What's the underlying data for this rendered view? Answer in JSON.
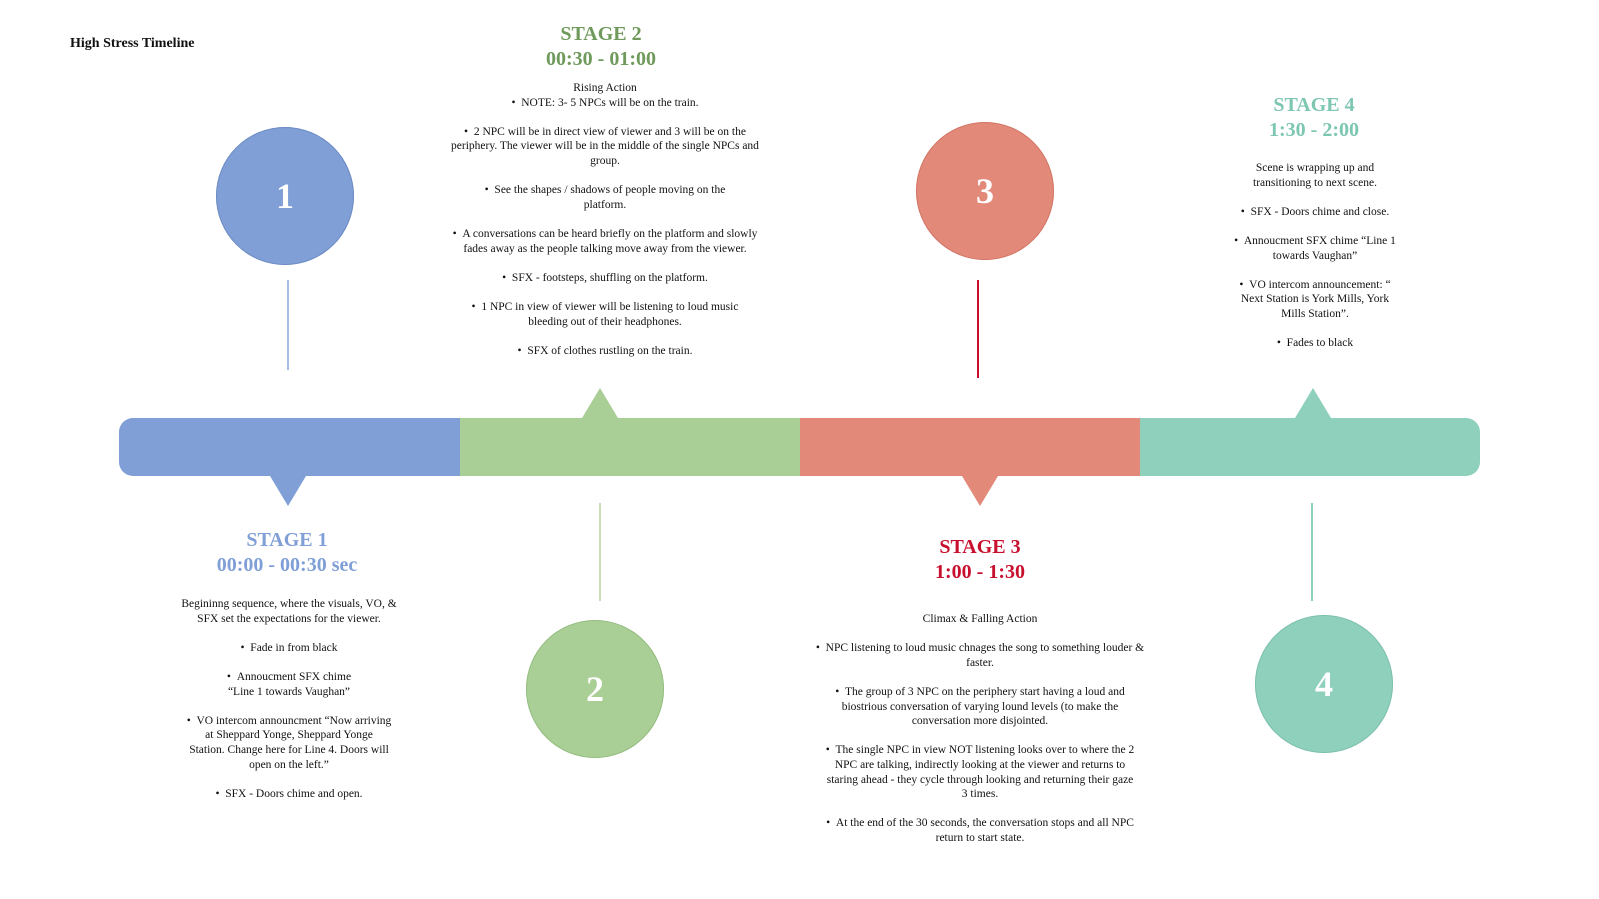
{
  "title": "High Stress Timeline",
  "colors": {
    "stage1": "#7f9fd6",
    "stage2": "#a9cf96",
    "stage3": "#e2897a",
    "stage4": "#8fd0bd",
    "stage2_heading": "#6f9a5b",
    "stage3_heading": "#c8102e",
    "stage4_heading": "#7cc6b2"
  },
  "stages": [
    {
      "number": "1",
      "heading": "STAGE 1",
      "time": "00:00 - 00:30 sec",
      "intro": "Begininng sequence, where the visuals, VO, & SFX set the expectations for the viewer.",
      "bullets": [
        "Fade in from black",
        "Annoucment SFX chime “Line 1 towards Vaughan”",
        "VO intercom announcment “Now arriving at Sheppard Yonge, Sheppard Yonge Station. Change here for Line 4. Doors will open on the left.”",
        "SFX - Doors chime and open."
      ]
    },
    {
      "number": "2",
      "heading": "STAGE 2",
      "time": "00:30 - 01:00",
      "intro": "Rising Action",
      "bullets": [
        "NOTE: 3- 5 NPCs will be on the train.",
        "2 NPC will be in direct view of viewer and 3 will be on the periphery. The viewer will be in the middle of the single NPCs and group.",
        "See the shapes / shadows of people moving on the platform.",
        "A conversations can be heard briefly on the platform and slowly fades away as the people talking move away from the viewer.",
        "SFX - footsteps, shuffling on the platform.",
        "1 NPC in view of viewer will be listening to loud music bleeding out of their headphones.",
        "SFX of clothes rustling on the train."
      ]
    },
    {
      "number": "3",
      "heading": "STAGE 3",
      "time": "1:00 - 1:30",
      "intro": "Climax & Falling Action",
      "bullets": [
        "NPC listening to loud music chnages the song to something louder & faster.",
        "The group of 3 NPC on the periphery start having a loud and biostrious conversation of varying lound levels (to make the conversation more disjointed.",
        "The single NPC in view NOT listening looks over to where the 2 NPC are talking, indirectly looking at the viewer and returns to staring ahead - they cycle through looking and returning their gaze 3 times.",
        "At the end of the 30 seconds, the conversation stops and all NPC return to start state."
      ]
    },
    {
      "number": "4",
      "heading": "STAGE 4",
      "time": "1:30 - 2:00",
      "intro": "Scene is wrapping up and transitioning to next scene.",
      "bullets": [
        "SFX - Doors chime and close.",
        "Annoucment SFX chime “Line 1 towards Vaughan”",
        "VO intercom announcement: “ Next Station is York Mills, York Mills Station”.",
        "Fades to  black"
      ]
    }
  ]
}
